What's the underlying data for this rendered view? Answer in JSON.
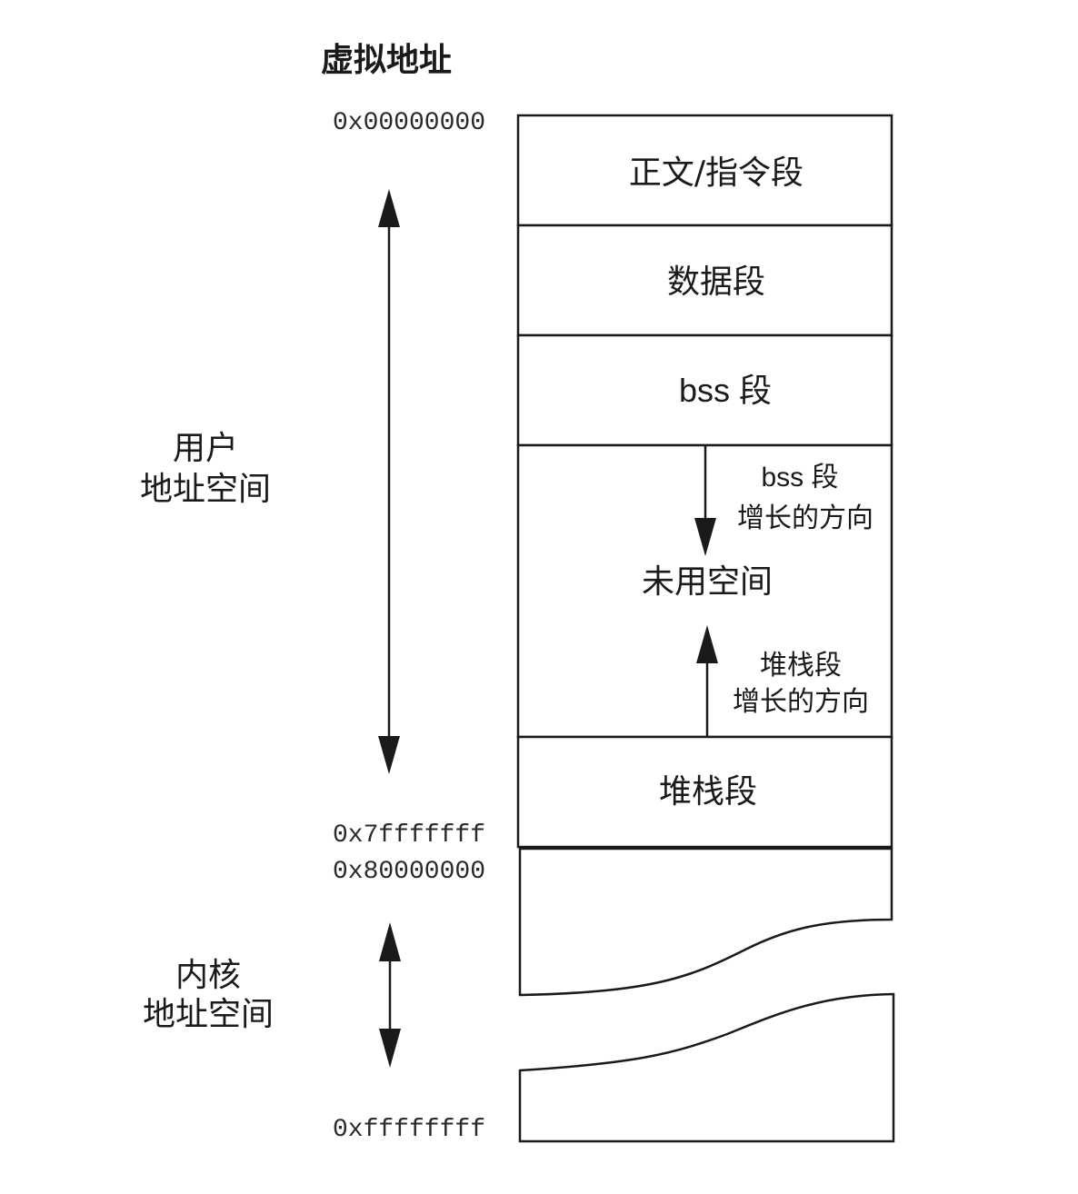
{
  "title": "虚拟地址",
  "addresses": {
    "start": "0x00000000",
    "user_end": "0x7fffffff",
    "kernel_start": "0x80000000",
    "end": "0xffffffff"
  },
  "side_labels": {
    "user_line1": "用户",
    "user_line2": "地址空间",
    "kernel_line1": "内核",
    "kernel_line2": "地址空间"
  },
  "segments": {
    "text": "正文/指令段",
    "data": "数据段",
    "bss": "bss 段",
    "unused": "未用空间",
    "stack": "堆栈段"
  },
  "growth_notes": {
    "bss_line1": "bss 段",
    "bss_line2": "增长的方向",
    "stack_line1": "堆栈段",
    "stack_line2": "增长的方向"
  }
}
